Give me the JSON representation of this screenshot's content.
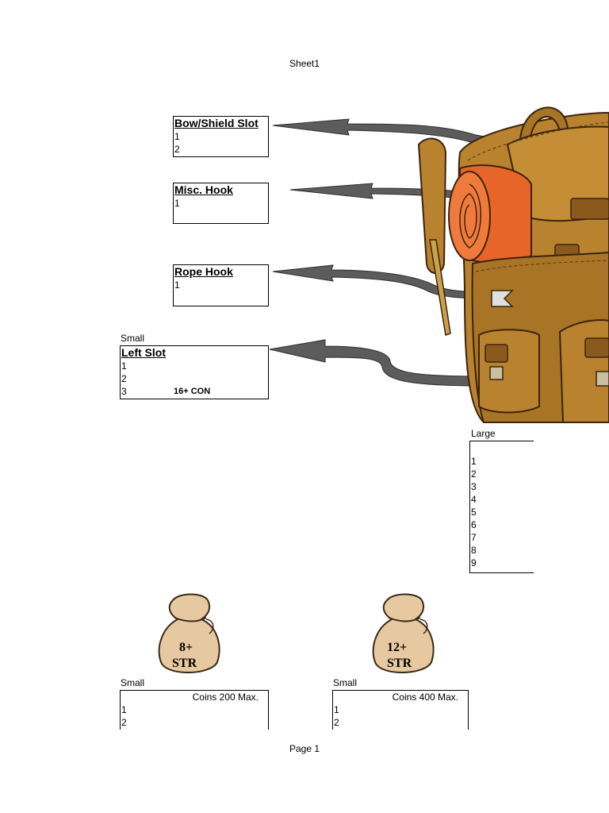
{
  "header": {
    "sheet": "Sheet1"
  },
  "footer": {
    "page": "Page 1"
  },
  "slots": {
    "bow_shield": {
      "title": "Bow/Shield Slot",
      "rows": [
        "1",
        "2"
      ]
    },
    "misc_hook": {
      "title": "Misc. Hook",
      "rows": [
        "1"
      ]
    },
    "rope_hook": {
      "title": "Rope Hook",
      "rows": [
        "1"
      ]
    },
    "left_slot": {
      "size": "Small",
      "title": "Left Slot",
      "rows": [
        "1",
        "2",
        "3"
      ],
      "note": "16+ CON"
    },
    "large": {
      "size": "Large",
      "rows": [
        "1",
        "2",
        "3",
        "4",
        "5",
        "6",
        "7",
        "8",
        "9"
      ]
    }
  },
  "pouches": {
    "left": {
      "label_line1": "8+",
      "label_line2": "STR",
      "size": "Small",
      "coins": "Coins 200 Max.",
      "rows": [
        "1",
        "2"
      ]
    },
    "right": {
      "label_line1": "12+",
      "label_line2": "STR",
      "size": "Small",
      "coins": "Coins 400 Max.",
      "rows": [
        "1",
        "2"
      ]
    }
  },
  "colors": {
    "arrow": "#5c5c5c",
    "backpack": "#b8822e",
    "backpack_dark": "#8a5a1c",
    "bedroll": "#e8652a",
    "pouch": "#e6c9a0"
  }
}
